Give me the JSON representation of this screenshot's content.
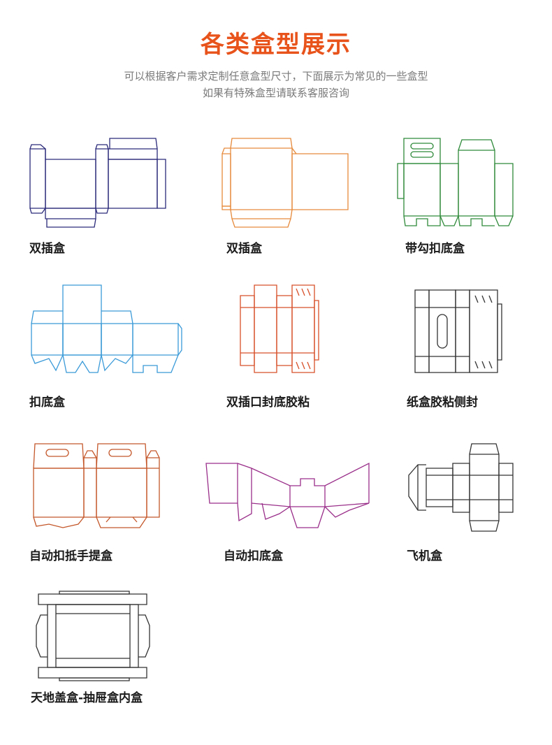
{
  "header": {
    "title": "各类盒型展示",
    "subtitle_line1": "可以根据客户需求定制任意盒型尺寸，下面展示为常见的一些盒型",
    "subtitle_line2": "如果有特殊盒型请联系客服咨询",
    "title_color": "#e8531c"
  },
  "boxes": [
    {
      "label": "双插盒",
      "color": "#2b2a7a"
    },
    {
      "label": "双插盒",
      "color": "#e68a3c"
    },
    {
      "label": "带勾扣底盒",
      "color": "#2f8a3a"
    },
    {
      "label": "扣底盒",
      "color": "#3a9ad8"
    },
    {
      "label": "双插口封底胶粘",
      "color": "#d8502a"
    },
    {
      "label": "纸盒胶粘侧封",
      "color": "#333333"
    },
    {
      "label": "自动扣抵手提盒",
      "color": "#c4572a"
    },
    {
      "label": "自动扣底盒",
      "color": "#9a2f8a"
    },
    {
      "label": "飞机盒",
      "color": "#333333"
    },
    {
      "label": "天地盖盒-抽屉盒内盒",
      "color": "#333333"
    }
  ]
}
